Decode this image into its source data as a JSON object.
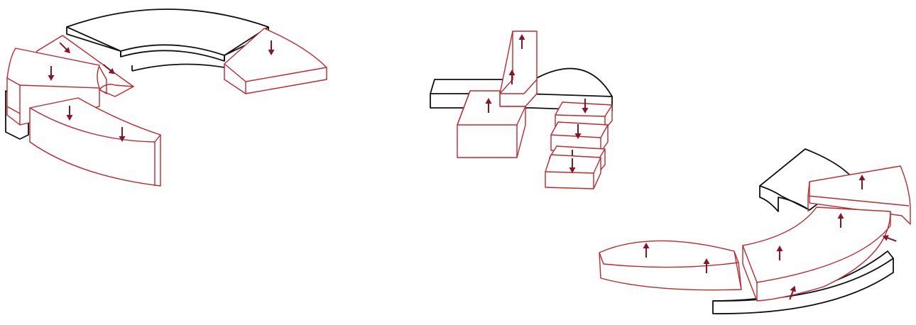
{
  "figure": {
    "colors": {
      "outline": "#111111",
      "highlight": "#c0282d",
      "arrow": "#8a1326",
      "background": "#ffffff"
    },
    "assemblies": [
      {
        "name": "curved-ring-assembly-left",
        "highlighted_segments": 4,
        "arrow_direction": "down"
      },
      {
        "name": "block-stack-assembly-center",
        "highlighted_segments": 6,
        "arrow_direction": "mixed"
      },
      {
        "name": "curved-ring-assembly-right",
        "highlighted_segments": 4,
        "arrow_direction": "up"
      }
    ]
  }
}
